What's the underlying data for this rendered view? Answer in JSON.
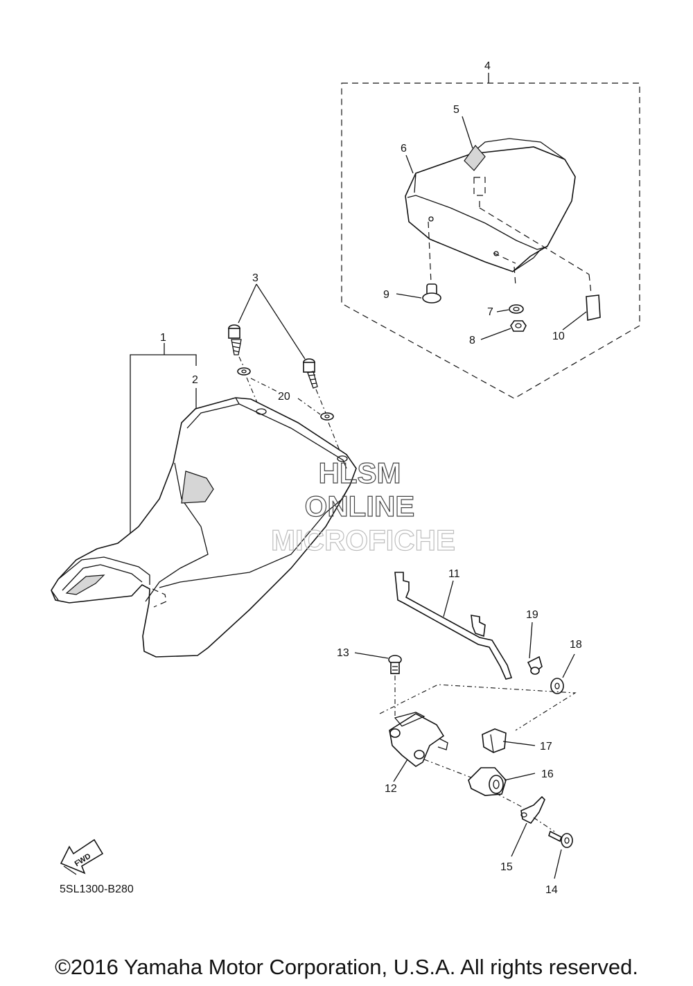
{
  "diagram_code": "5SL1300-B280",
  "fwd_label": "FWD",
  "watermark": {
    "line1": "HLSM",
    "line2": "ONLINE",
    "line3": "MICROFICHE"
  },
  "copyright": "©2016 Yamaha Motor Corporation, U.S.A. All rights reserved.",
  "callouts": [
    "1",
    "2",
    "3",
    "4",
    "5",
    "6",
    "7",
    "8",
    "9",
    "10",
    "11",
    "12",
    "13",
    "14",
    "15",
    "16",
    "17",
    "18",
    "19",
    "20"
  ]
}
